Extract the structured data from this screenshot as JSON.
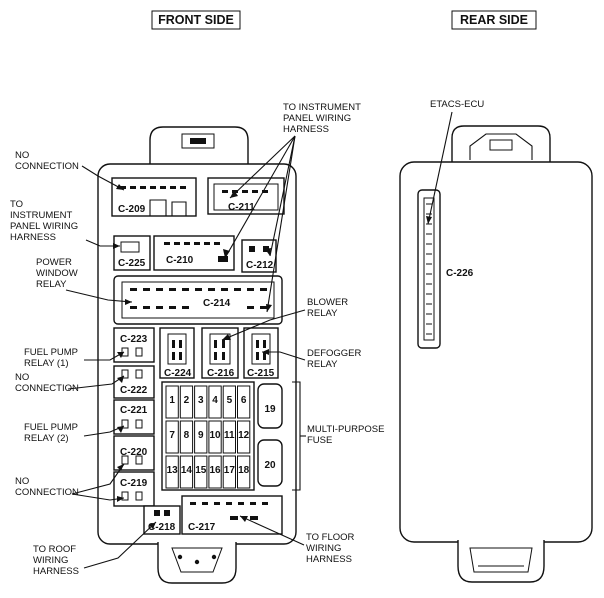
{
  "headers": {
    "front": "FRONT SIDE",
    "rear": "REAR SIDE"
  },
  "callouts": {
    "to_ip_harness_right": [
      "TO INSTRUMENT",
      "PANEL WIRING",
      "HARNESS"
    ],
    "no_conn_1": [
      "NO",
      "CONNECTION"
    ],
    "to_ip_harness_left": [
      "TO",
      "INSTRUMENT",
      "PANEL WIRING",
      "HARNESS"
    ],
    "power_window": [
      "POWER",
      "WINDOW",
      "RELAY"
    ],
    "blower": [
      "BLOWER",
      "RELAY"
    ],
    "fuel_pump_1": [
      "FUEL PUMP",
      "RELAY (1)"
    ],
    "defogger": [
      "DEFOGGER",
      "RELAY"
    ],
    "no_conn_2": [
      "NO",
      "CONNECTION"
    ],
    "multi_purpose": [
      "MULTI-PURPOSE",
      "FUSE"
    ],
    "fuel_pump_2": [
      "FUEL PUMP",
      "RELAY (2)"
    ],
    "no_conn_3": [
      "NO",
      "CONNECTION"
    ],
    "to_roof": [
      "TO ROOF",
      "WIRING",
      "HARNESS"
    ],
    "to_floor": [
      "TO FLOOR",
      "WIRING",
      "HARNESS"
    ],
    "etacs": "ETACS-ECU"
  },
  "connectors": {
    "c209": "C-209",
    "c211": "C-211",
    "c225": "C-225",
    "c210": "C-210",
    "c212": "C-212",
    "c214": "C-214",
    "c223": "C-223",
    "c224": "C-224",
    "c216": "C-216",
    "c215": "C-215",
    "c222": "C-222",
    "c221": "C-221",
    "c220": "C-220",
    "c219": "C-219",
    "c218": "C-218",
    "c217": "C-217",
    "c226": "C-226"
  },
  "fuses": {
    "f1": "1",
    "f2": "2",
    "f3": "3",
    "f4": "4",
    "f5": "5",
    "f6": "6",
    "f7": "7",
    "f8": "8",
    "f9": "9",
    "f10": "10",
    "f11": "11",
    "f12": "12",
    "f13": "13",
    "f14": "14",
    "f15": "15",
    "f16": "16",
    "f17": "17",
    "f18": "18",
    "f19": "19",
    "f20": "20"
  }
}
